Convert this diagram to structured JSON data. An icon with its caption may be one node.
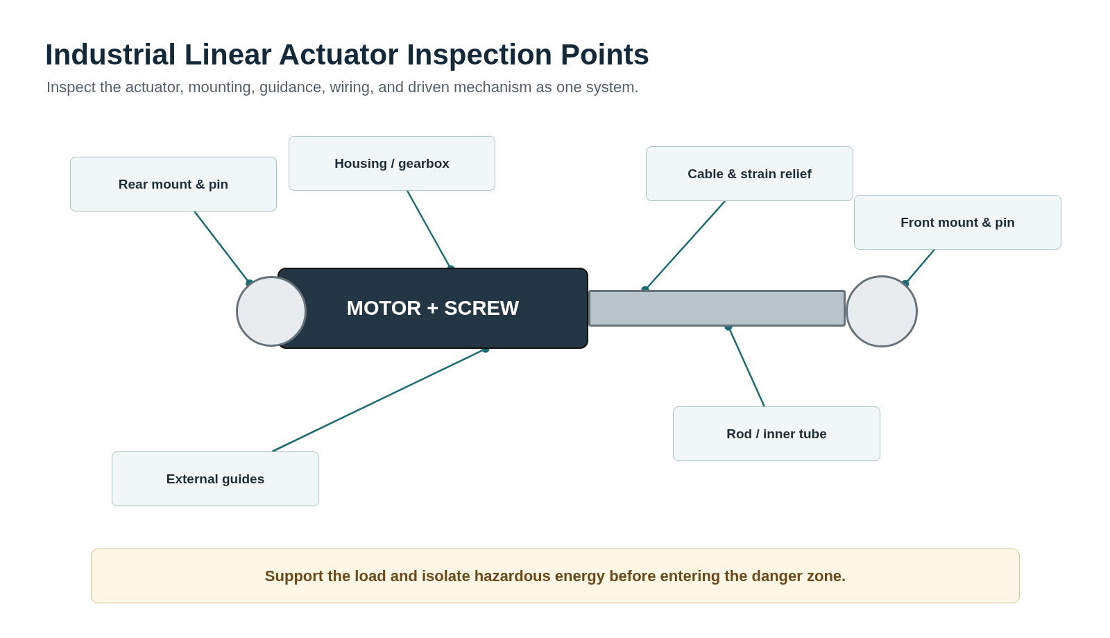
{
  "diagram": {
    "title": "Industrial Linear Actuator Inspection Points",
    "nodes": [
      {
        "text": [
          "Rear mount & pin"
        ]
      },
      {
        "text": [
          "Housing / gearbox"
        ]
      },
      {
        "text": [
          "Cable & strain relief"
        ]
      },
      {
        "text": [
          "Front mount & pin"
        ]
      },
      {
        "text": [],
        "shape": "circle"
      },
      {
        "text": [
          "MOTOR + SCREW"
        ]
      },
      {
        "text": [],
        "shape": "bar"
      },
      {
        "text": [],
        "shape": "circle"
      },
      {
        "text": [
          "External guides"
        ]
      },
      {
        "text": [
          "Rod / inner tube"
        ]
      },
      {
        "text": [
          "Support the load and isolate hazardous energy before entering the danger zone."
        ]
      }
    ],
    "edges": [
      {
        "from": 0,
        "to": 4,
        "arrow": "other"
      },
      {
        "from": 1,
        "to": 5,
        "arrow": "other"
      },
      {
        "from": 2,
        "to": 6,
        "arrow": "other"
      },
      {
        "from": 3,
        "to": 7,
        "arrow": "other"
      },
      {
        "from": 8,
        "to": 5,
        "arrow": "other"
      },
      {
        "from": 9,
        "to": 6,
        "arrow": "other"
      }
    ],
    "labels": [
      "Inspect the actuator, mounting, guidance, wiring, and driven mechanism as one system."
    ]
  }
}
